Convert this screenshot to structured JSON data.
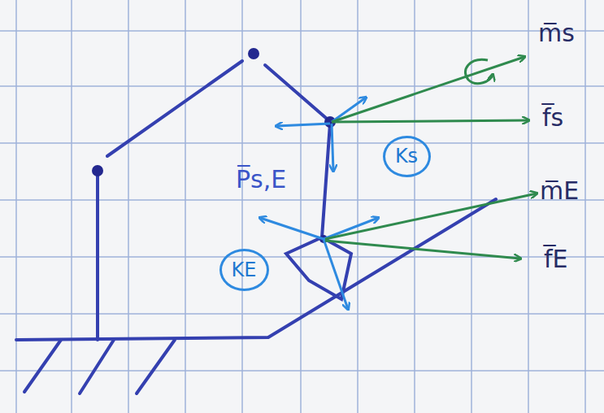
{
  "diagram": {
    "nodes": [
      {
        "text": [
          "Ks"
        ]
      },
      {
        "text": [
          "KE"
        ]
      }
    ],
    "labels": [
      "m̅s",
      "f̅s",
      "P̅s,E",
      "m̅E",
      "f̅E"
    ]
  }
}
